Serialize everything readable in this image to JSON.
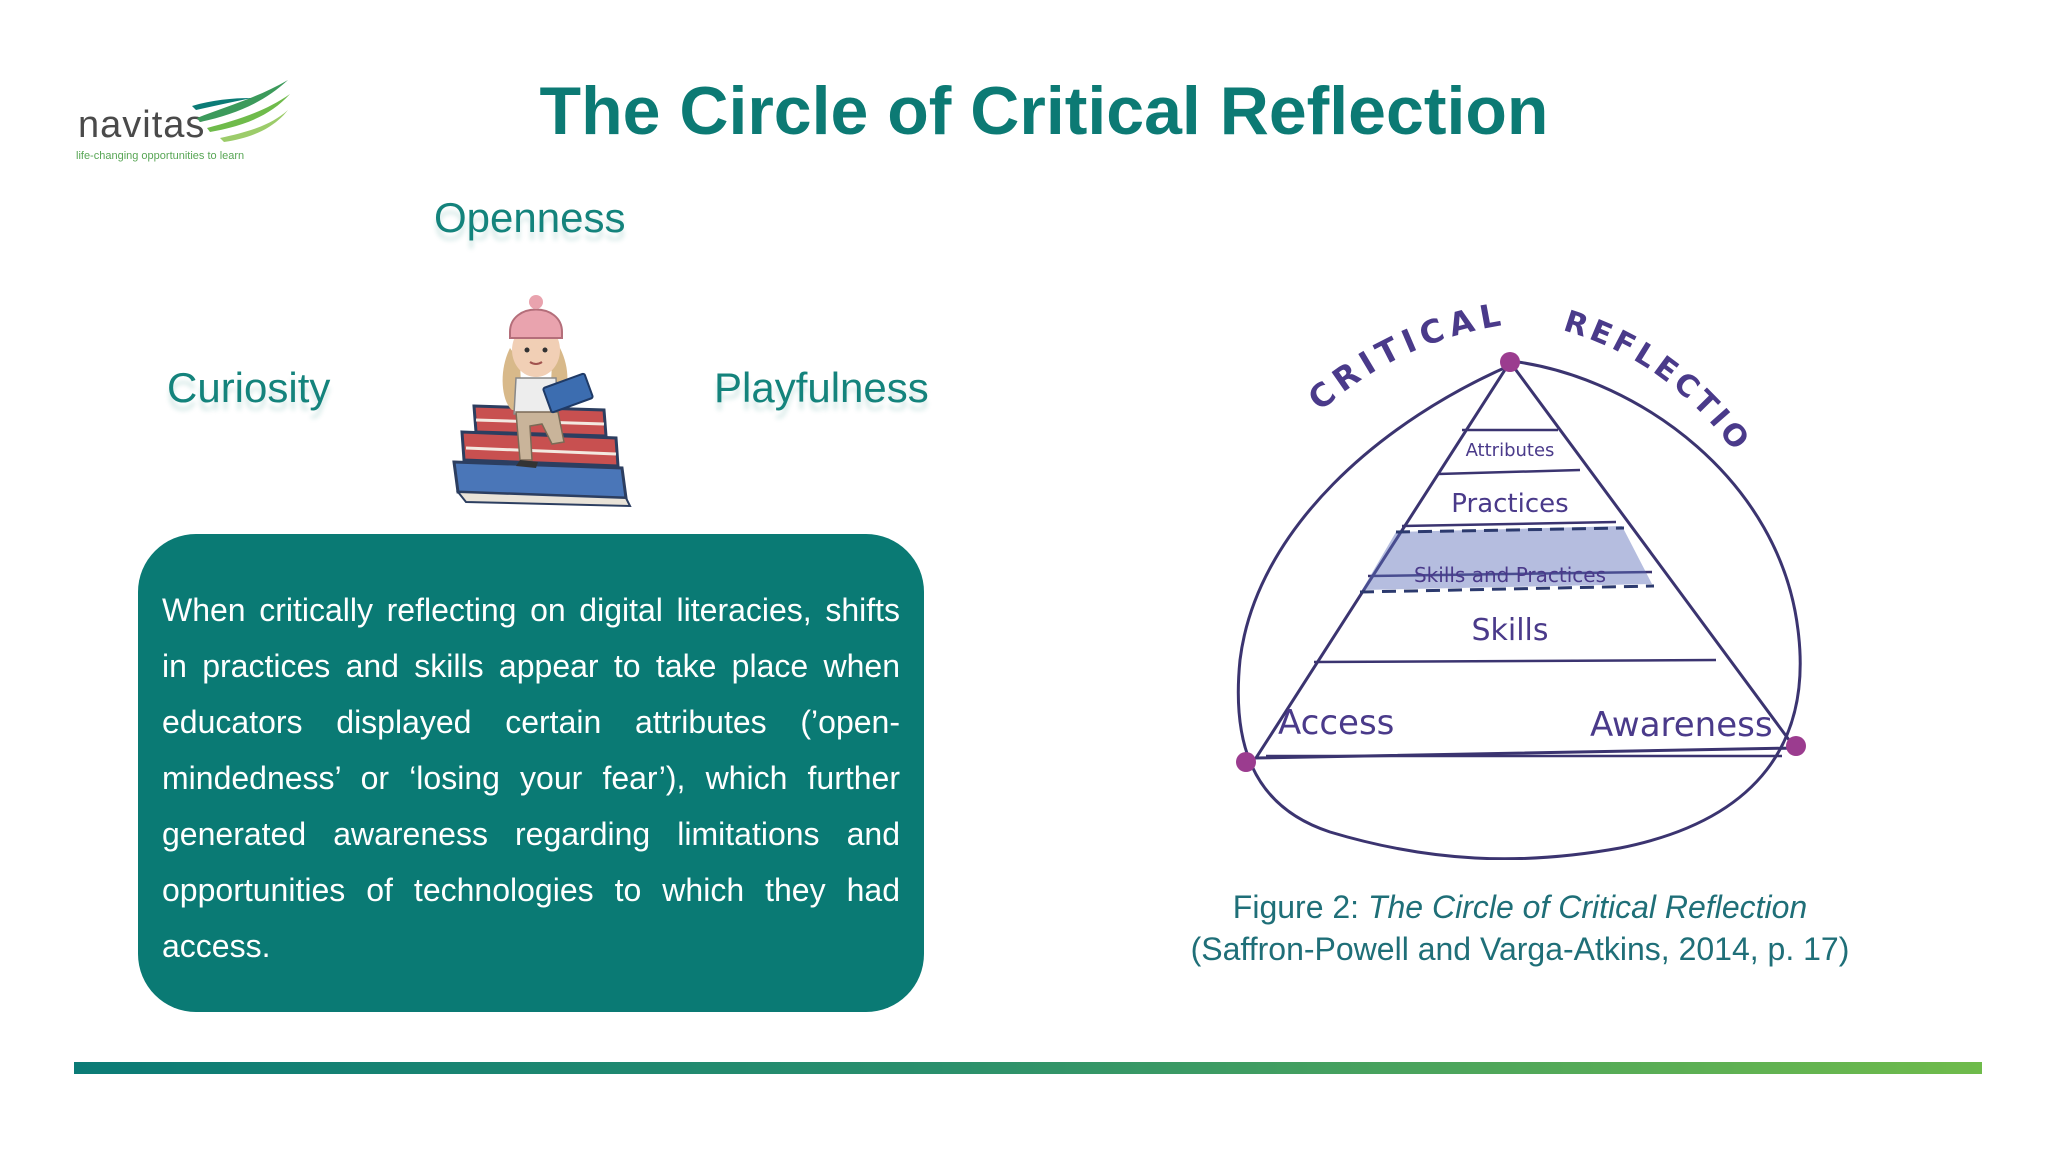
{
  "slide": {
    "title": "The Circle of Critical Reflection"
  },
  "logo": {
    "wordmark": "navitas",
    "tagline": "life-changing opportunities to learn"
  },
  "attributes": {
    "top": "Openness",
    "left": "Curiosity",
    "right": "Playfulness"
  },
  "quote": {
    "text": "When critically reflecting on digital literacies, shifts in practices and skills appear to take place when educators displayed certain attributes (’open-mindedness’ or ‘losing your fear’), which further generated awareness regarding limitations and opportunities of technologies to which they had access."
  },
  "diagram": {
    "arc_left": "CRITICAL",
    "arc_right": "REFLECTION",
    "levels": [
      "Attributes",
      "Practices",
      "Skills and Practices",
      "Skills"
    ],
    "base_left": "Access",
    "base_right": "Awareness"
  },
  "caption": {
    "prefix": "Figure 2: ",
    "title": "The Circle of Critical Reflection",
    "citation": "(Saffron-Powell and Varga-Atkins, 2014, p. 17)"
  },
  "colors": {
    "brand_teal": "#0a7a74",
    "accent_green": "#6fbb4b",
    "diagram_ink": "#3b3470",
    "node_purple": "#9b3c8f"
  }
}
